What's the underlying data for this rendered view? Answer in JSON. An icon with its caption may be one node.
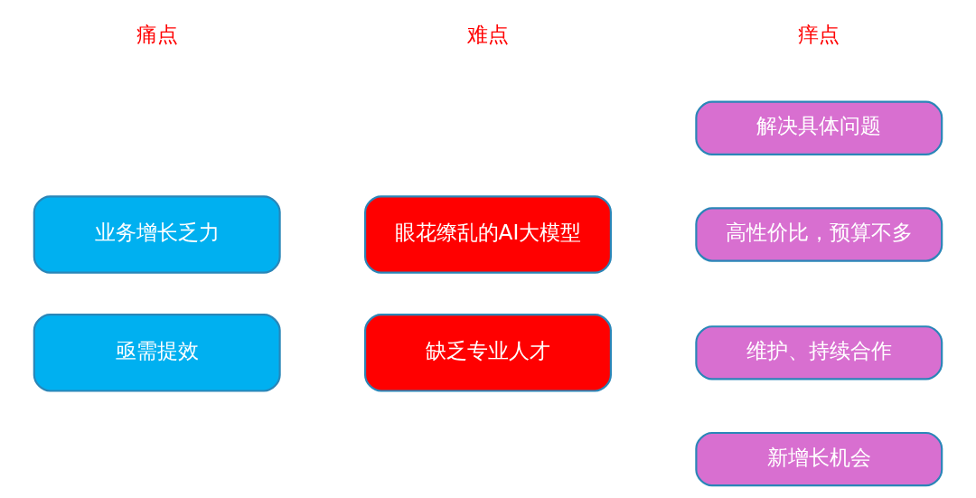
{
  "diagram": {
    "nodes": [
      {
        "text": [
          "业务增长乏力"
        ]
      },
      {
        "text": [
          "亟需提效"
        ]
      },
      {
        "text": [
          "眼花缭乱的AI大模型"
        ]
      },
      {
        "text": [
          "缺乏专业人才"
        ]
      },
      {
        "text": [
          "解决具体问题"
        ]
      },
      {
        "text": [
          "高性价比，预算不多"
        ]
      },
      {
        "text": [
          "维护、持续合作"
        ]
      },
      {
        "text": [
          "新增长机会"
        ]
      }
    ],
    "labels": [
      "痛点",
      "难点",
      "痒点"
    ]
  }
}
